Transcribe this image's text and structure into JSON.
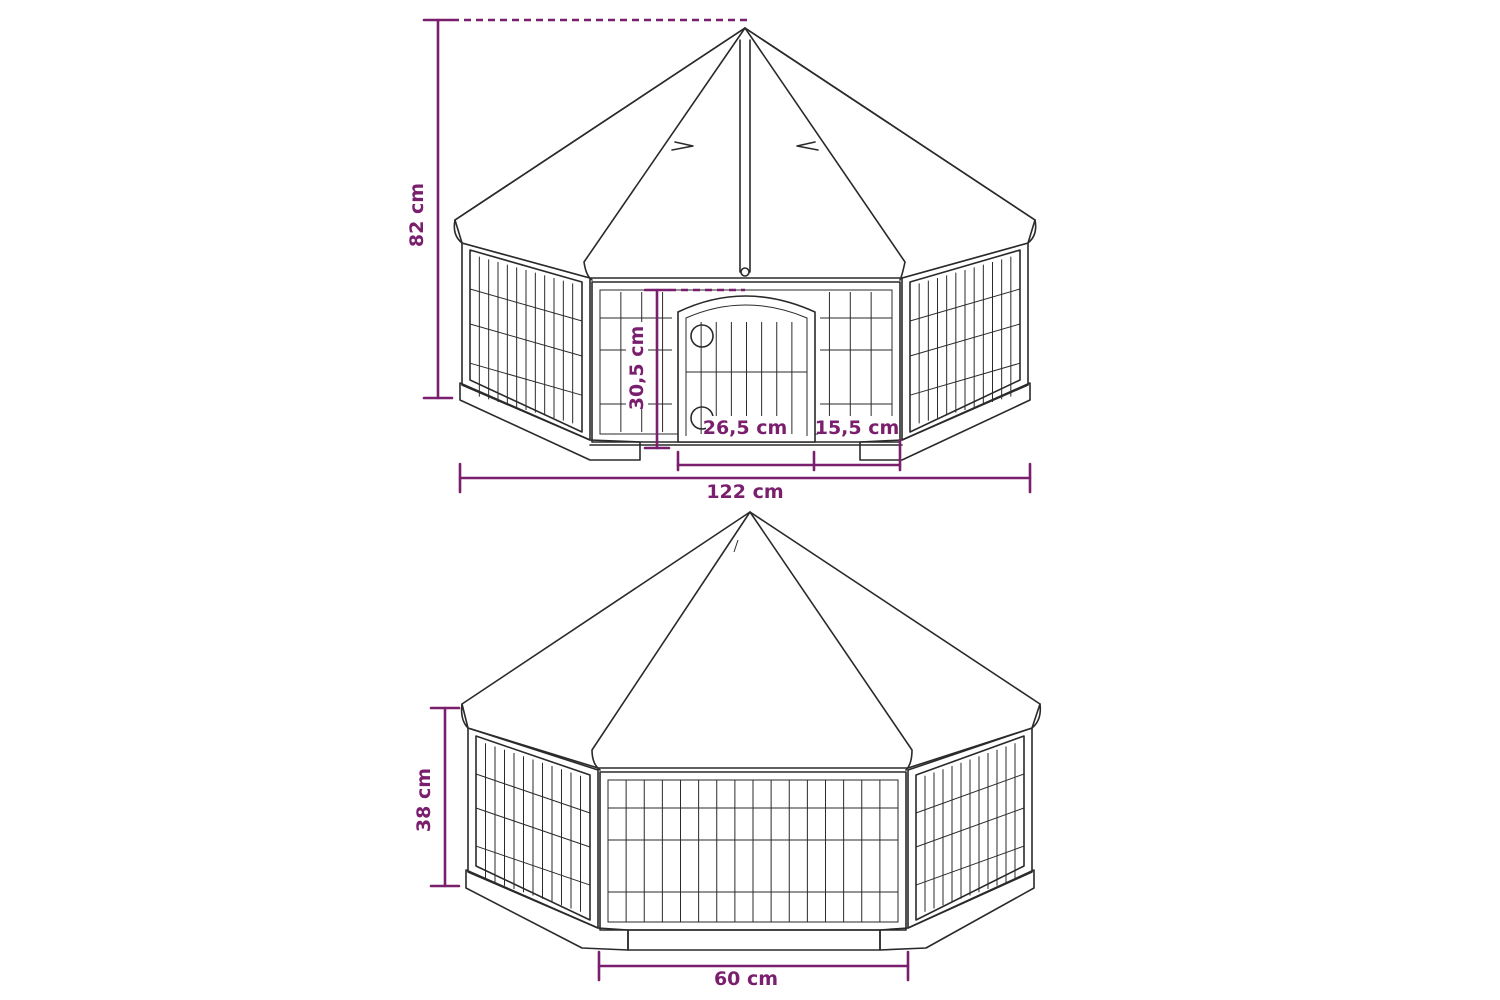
{
  "colors": {
    "dimension": "#7a1f6e",
    "line": "#2a2a2a",
    "background": "#ffffff"
  },
  "top_view": {
    "height_label": "82 cm",
    "width_label": "122 cm",
    "door_height_label": "30,5 cm",
    "door_width_label": "26,5 cm",
    "side_width_label": "15,5 cm"
  },
  "bottom_view": {
    "height_label": "38 cm",
    "width_label": "60 cm"
  }
}
